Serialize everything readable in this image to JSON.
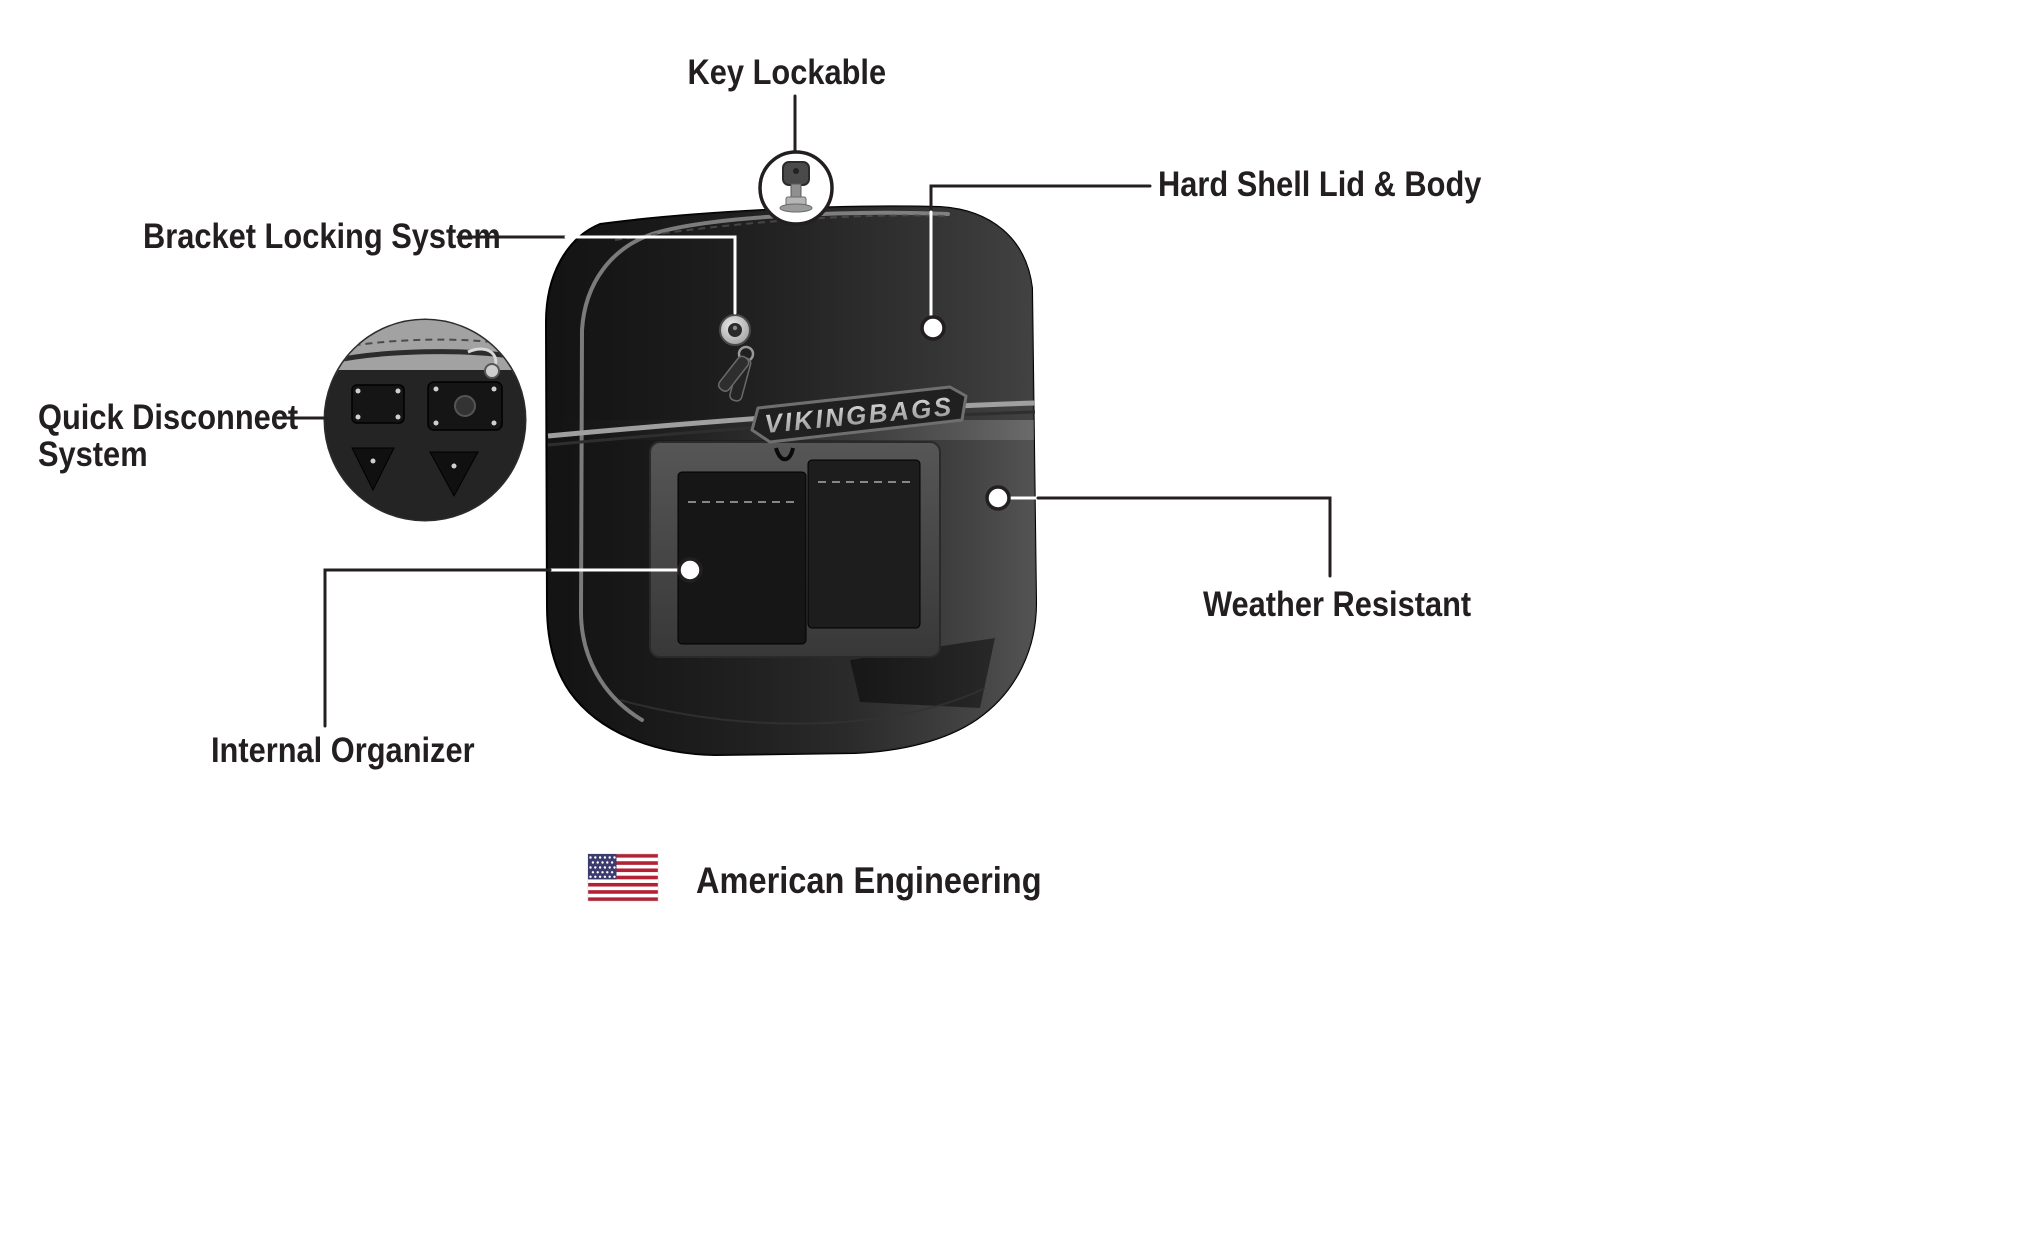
{
  "callouts": {
    "key_lockable": {
      "label": "Key Lockable"
    },
    "hard_shell": {
      "label": "Hard Shell Lid & Body"
    },
    "bracket_locking": {
      "label": "Bracket Locking System"
    },
    "quick_disconnect": {
      "line1": "Quick Disconnect",
      "line2": "System"
    },
    "weather_resistant": {
      "label": "Weather Resistant"
    },
    "internal_organizer": {
      "label": "Internal Organizer"
    }
  },
  "product": {
    "brand_plate": "VIKINGBAGS"
  },
  "footer": {
    "tagline": "American Engineering"
  },
  "icons": {
    "key": "key-icon",
    "lock": "lock-cylinder-icon",
    "flag": "us-flag-icon",
    "inset": "quick-disconnect-photo"
  },
  "colors": {
    "background": "#ffffff",
    "text": "#231f20",
    "callout_line": "#231f20",
    "bag_body": "#141414",
    "seam_gray": "#9c9c9c",
    "flag_red": "#b22234",
    "flag_blue": "#3c3b6e"
  }
}
